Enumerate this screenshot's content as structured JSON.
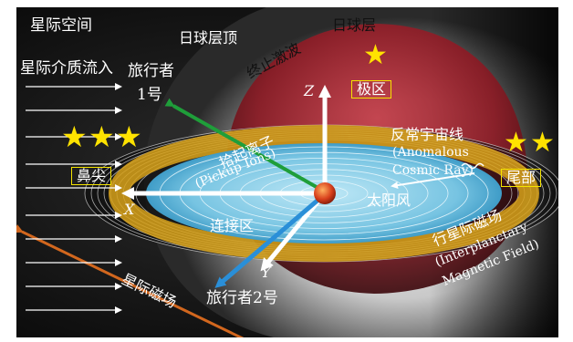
{
  "labels": {
    "interstellar_space": "星际空间",
    "interstellar_inflow": "星际介质流入",
    "heliopause": "日球层顶",
    "heliosphere": "日球层",
    "termination_shock": "终止激波",
    "voyager1_line1": "旅行者",
    "voyager1_line2": "1号",
    "voyager2": "旅行者2号",
    "polar_region": "极区",
    "anomalous_cr_cn": "反常宇宙线",
    "anomalous_cr_en1": "(Anomalous",
    "anomalous_cr_en2": "Cosmic Ray)",
    "nose": "鼻尖",
    "tail": "尾部",
    "pickup_ions_cn": "拾起离子",
    "pickup_ions_en": "(Pickup Ions)",
    "connection_region": "连接区",
    "solar_wind": "太阳风",
    "imf_cn": "行星际磁场",
    "imf_en1": "(Interplanctary",
    "imf_en2": "Magnetic Field)",
    "interstellar_mag_field": "星际磁场",
    "axis_x": "X",
    "axis_y": "Y",
    "axis_z": "Z"
  },
  "stars": {
    "top": 1,
    "nose": 3,
    "tail": 2
  },
  "colors": {
    "star": "#ffe300",
    "box_border": "#f5e400",
    "voyager1_arrow": "#1f9e3a",
    "voyager2_arrow": "#2a8fd8",
    "interstellar_field_arrow": "#d2671e",
    "heliosphere_red": "#b81e2c",
    "connection_gold": "#d8a21a",
    "sun": "#d8401c"
  },
  "icons": {
    "star": "star-icon",
    "sun": "sun-sphere"
  }
}
